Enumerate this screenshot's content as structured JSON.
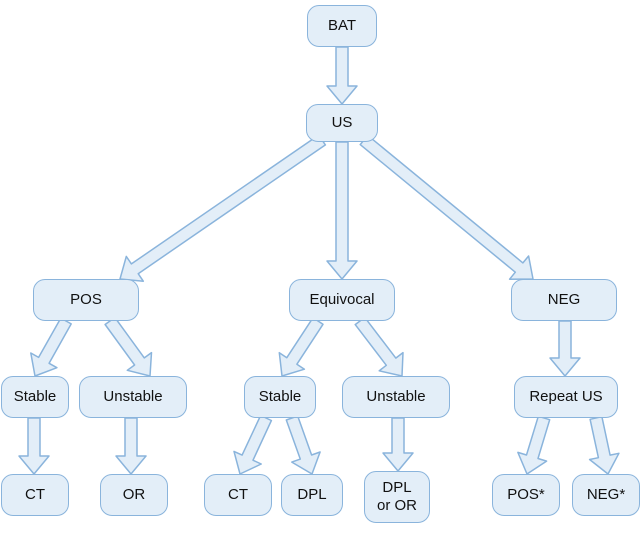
{
  "colors": {
    "box_fill": "#e3eef8",
    "box_border": "#8ab4dc",
    "arrow_fill": "#e3eef8",
    "arrow_stroke": "#8ab4dc"
  },
  "nodes": {
    "bat": "BAT",
    "us": "US",
    "pos": "POS",
    "equivocal": "Equivocal",
    "neg": "NEG",
    "pos_stable": "Stable",
    "pos_unstable": "Unstable",
    "eq_stable": "Stable",
    "eq_unstable": "Unstable",
    "repeat_us": "Repeat US",
    "pos_stable_ct": "CT",
    "pos_unstable_or": "OR",
    "eq_stable_ct": "CT",
    "eq_stable_dpl": "DPL",
    "eq_unstable_dpl_or": "DPL\nor OR",
    "repeat_pos": "POS*",
    "repeat_neg": "NEG*"
  }
}
